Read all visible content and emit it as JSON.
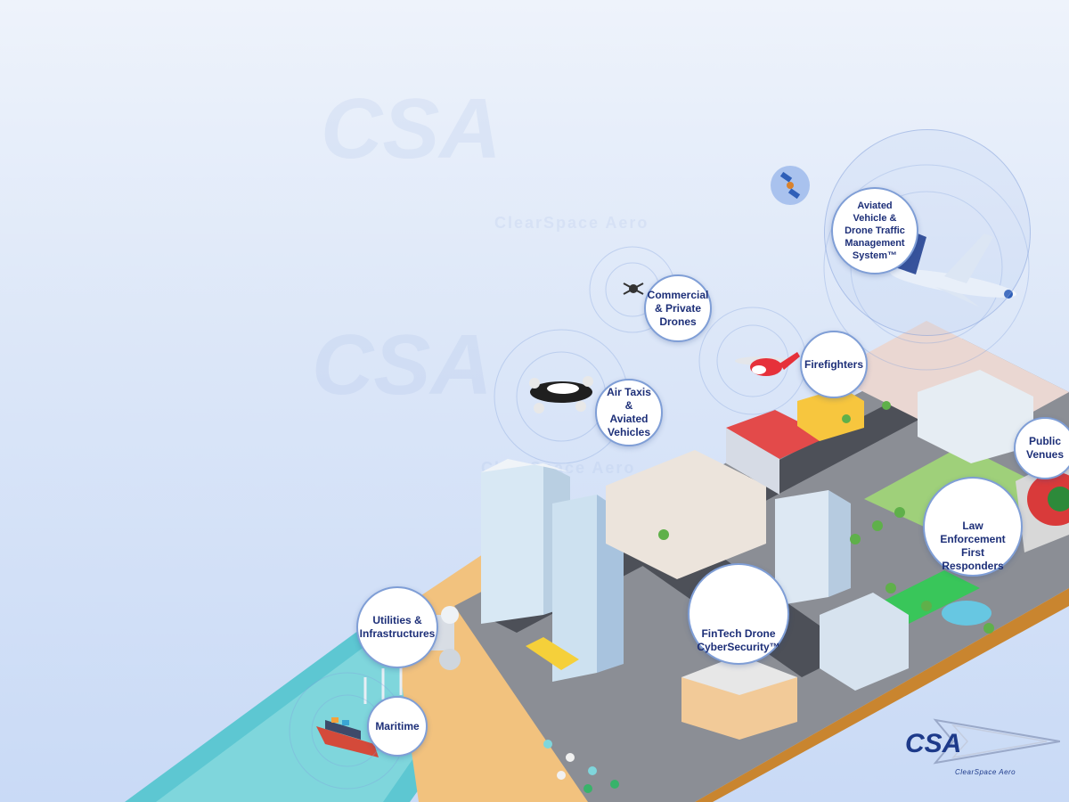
{
  "labels": {
    "air_traffic": "Aviated\nVehicle &\nDrone Traffic\nManagement\nSystem™",
    "commercial_drones": "Commercial\n& Private\nDrones",
    "air_taxis": "Air Taxis &\nAviated\nVehicles",
    "firefighters": "Firefighters",
    "public_venues": "Public\nVenues",
    "law_enforcement": "Law Enforcement\nFirst Responders",
    "fintech": "FinTech Drone\nCyberSecurity™",
    "utilities": "Utilities &\nInfrastructures",
    "maritime": "Maritime"
  },
  "watermark": {
    "brand": "CSA",
    "sub": "ClearSpace Aero"
  },
  "logo": {
    "brand": "CSA",
    "sub": "ClearSpace Aero"
  },
  "colors": {
    "accent": "#1d2f78",
    "logo": "#1d3a8a"
  },
  "icons": {
    "satellite": "satellite-icon",
    "airplane": "airplane-icon",
    "drone": "drone-icon",
    "air_taxi": "air-taxi-icon",
    "helicopter": "helicopter-icon",
    "cloud_security": "cloud-security-icon",
    "ship": "ship-icon"
  }
}
